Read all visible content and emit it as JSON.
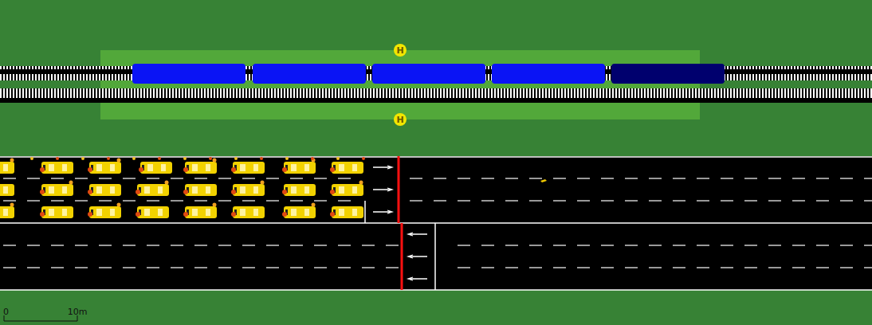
{
  "diagram": {
    "nodes": [
      {
        "text": [
          "H"
        ]
      },
      {
        "text": [
          "H"
        ]
      }
    ],
    "labels": [
      "0",
      "10m"
    ]
  }
}
